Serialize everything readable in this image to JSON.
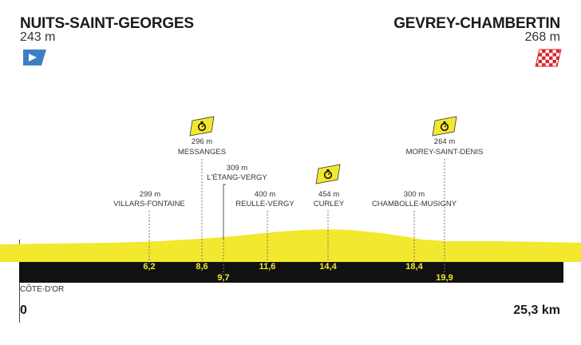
{
  "start": {
    "name": "NUITS-SAINT-GEORGES",
    "altitude": "243 m",
    "flag_color": "#3d7fc3"
  },
  "finish": {
    "name": "GEVREY-CHAMBERTIN",
    "altitude": "268 m",
    "flag_color": "#d7262a"
  },
  "region": "CÔTE-D'OR",
  "distance": {
    "start": "0",
    "end": "25,3 km"
  },
  "colors": {
    "profile": "#f2e82e",
    "band": "#111111",
    "badge": "#f2e82e"
  },
  "points": [
    {
      "km": "6,2",
      "name": "VILLARS-FONTAINE",
      "altitude": "299 m"
    },
    {
      "km": "8,6",
      "name": "MESSANGES",
      "altitude": "296 m",
      "checkpoint": true,
      "icon": "stopwatch-icon"
    },
    {
      "km": "9,7",
      "name": "L'ÉTANG-VERGY",
      "altitude": "309 m"
    },
    {
      "km": "11,6",
      "name": "REULLE-VERGY",
      "altitude": "400 m"
    },
    {
      "km": "14,4",
      "name": "CURLEY",
      "altitude": "454 m",
      "checkpoint": true,
      "icon": "stopwatch-icon"
    },
    {
      "km": "18,4",
      "name": "CHAMBOLLE-MUSIGNY",
      "altitude": "300 m"
    },
    {
      "km": "19,9",
      "name": "MOREY-SAINT-DENIS",
      "altitude": "264 m",
      "checkpoint": true,
      "icon": "stopwatch-icon"
    }
  ]
}
